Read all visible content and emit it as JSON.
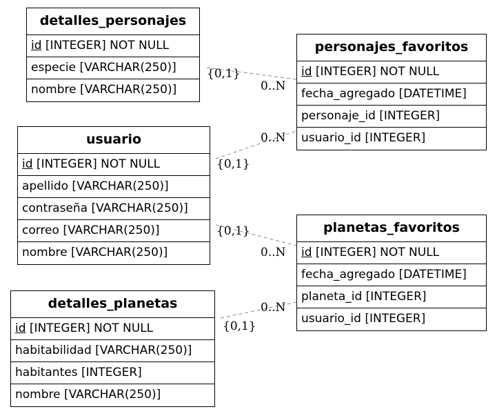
{
  "entities": {
    "detalles_personajes": {
      "name": "detalles_personajes",
      "attributes": [
        {
          "pk": "id",
          "rest": " [INTEGER] NOT NULL"
        },
        {
          "pk": "",
          "rest": "especie [VARCHAR(250)]"
        },
        {
          "pk": "",
          "rest": "nombre [VARCHAR(250)]"
        }
      ]
    },
    "usuario": {
      "name": "usuario",
      "attributes": [
        {
          "pk": "id",
          "rest": " [INTEGER] NOT NULL"
        },
        {
          "pk": "",
          "rest": "apellido [VARCHAR(250)]"
        },
        {
          "pk": "",
          "rest": "contraseña [VARCHAR(250)]"
        },
        {
          "pk": "",
          "rest": "correo [VARCHAR(250)]"
        },
        {
          "pk": "",
          "rest": "nombre [VARCHAR(250)]"
        }
      ]
    },
    "detalles_planetas": {
      "name": "detalles_planetas",
      "attributes": [
        {
          "pk": "id",
          "rest": " [INTEGER] NOT NULL"
        },
        {
          "pk": "",
          "rest": "habitabilidad [VARCHAR(250)]"
        },
        {
          "pk": "",
          "rest": "habitantes [INTEGER]"
        },
        {
          "pk": "",
          "rest": "nombre [VARCHAR(250)]"
        }
      ]
    },
    "personajes_favoritos": {
      "name": "personajes_favoritos",
      "attributes": [
        {
          "pk": "id",
          "rest": " [INTEGER] NOT NULL"
        },
        {
          "pk": "",
          "rest": "fecha_agregado [DATETIME]"
        },
        {
          "pk": "",
          "rest": "personaje_id [INTEGER]"
        },
        {
          "pk": "",
          "rest": "usuario_id [INTEGER]"
        }
      ]
    },
    "planetas_favoritos": {
      "name": "planetas_favoritos",
      "attributes": [
        {
          "pk": "id",
          "rest": " [INTEGER] NOT NULL"
        },
        {
          "pk": "",
          "rest": "fecha_agregado [DATETIME]"
        },
        {
          "pk": "",
          "rest": "planeta_id [INTEGER]"
        },
        {
          "pk": "",
          "rest": "usuario_id [INTEGER]"
        }
      ]
    }
  },
  "relationships": [
    {
      "from": "detalles_personajes",
      "to": "personajes_favoritos",
      "from_card": "{0,1}",
      "to_card": "0..N"
    },
    {
      "from": "usuario",
      "to": "personajes_favoritos",
      "from_card": "{0,1}",
      "to_card": "0..N"
    },
    {
      "from": "usuario",
      "to": "planetas_favoritos",
      "from_card": "{0,1}",
      "to_card": "0..N"
    },
    {
      "from": "detalles_planetas",
      "to": "planetas_favoritos",
      "from_card": "{0,1}",
      "to_card": "0..N"
    }
  ],
  "colors": {
    "edge": "#888888",
    "border": "#000000"
  }
}
